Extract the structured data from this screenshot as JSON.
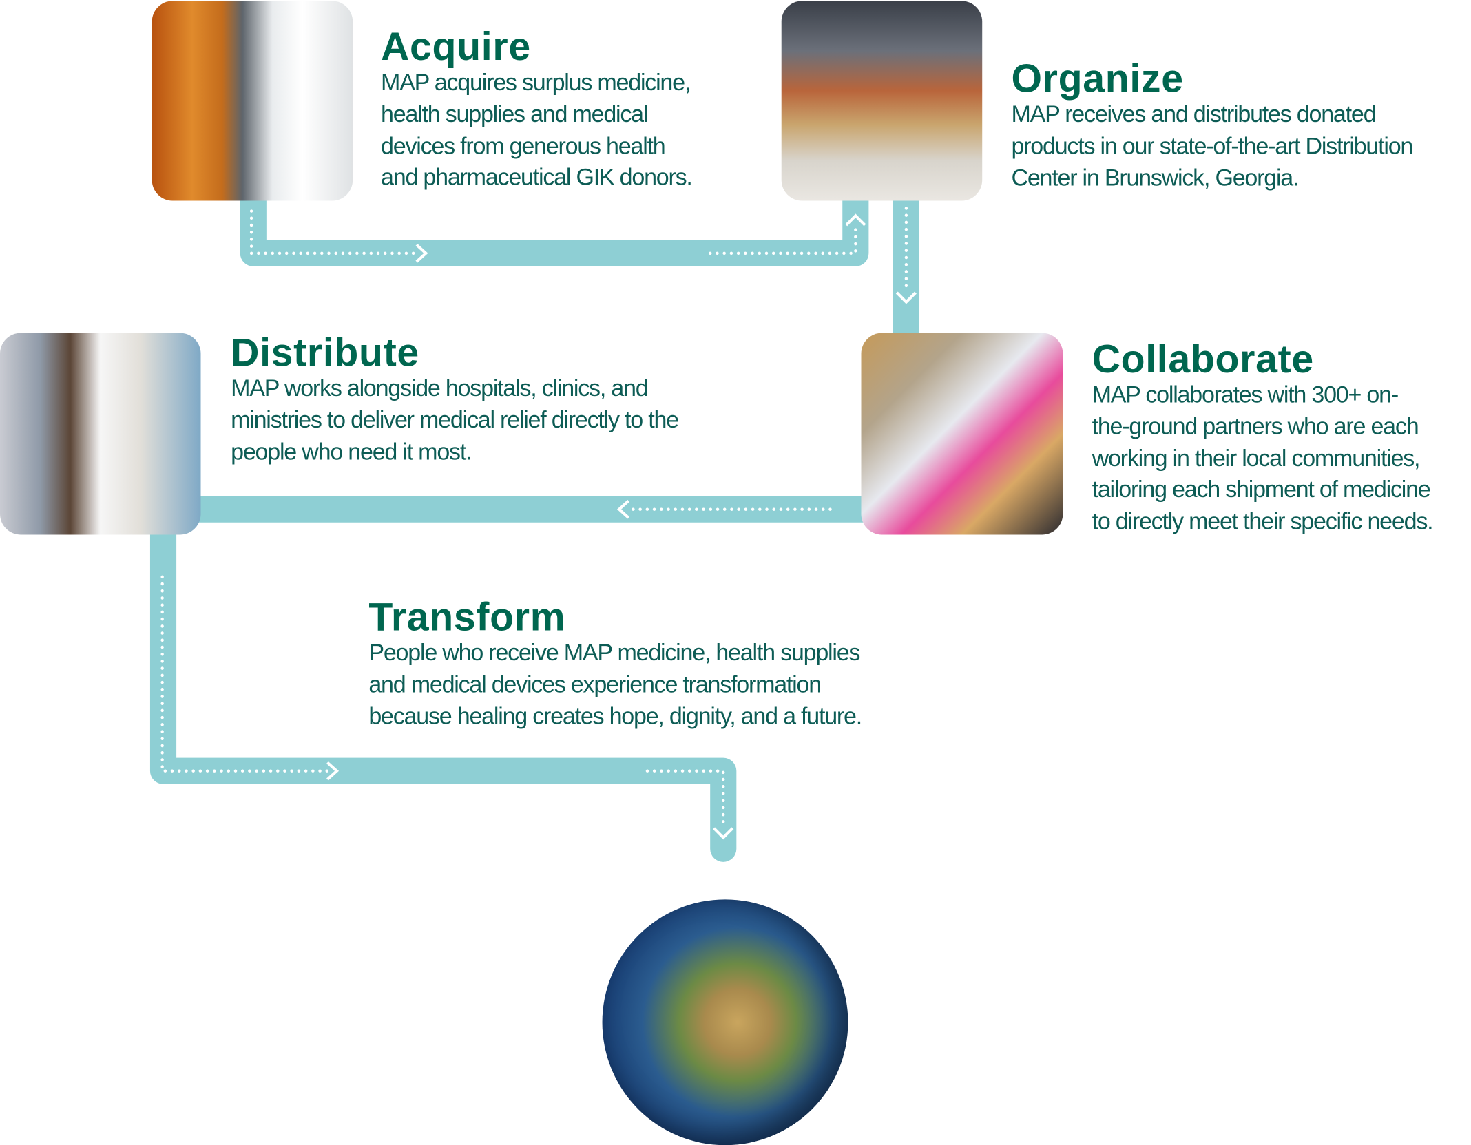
{
  "steps": {
    "acquire": {
      "title": "Acquire",
      "text": "MAP acquires surplus medicine,\nhealth supplies and medical\ndevices from generous health\nand pharmaceutical GIK donors."
    },
    "organize": {
      "title": "Organize",
      "text": "MAP receives and distributes donated\nproducts in our state-of-the-art Distribution\nCenter in Brunswick, Georgia."
    },
    "collaborate": {
      "title": "Collaborate",
      "text": "MAP collaborates with 300+ on-\nthe-ground partners who are each\nworking in their local communities,\ntailoring each shipment of medicine\nto directly meet their specific needs."
    },
    "distribute": {
      "title": "Distribute",
      "text": "MAP works alongside hospitals, clinics, and\nministries to deliver medical relief directly to the\npeople who need it most."
    },
    "transform": {
      "title": "Transform",
      "text": "People who receive MAP medicine, health supplies\nand medical devices experience transformation\nbecause healing creates hope, dignity, and a future."
    }
  },
  "colors": {
    "heading": "#00664f",
    "body": "#0d5c55",
    "path": "#8ecfd4"
  }
}
